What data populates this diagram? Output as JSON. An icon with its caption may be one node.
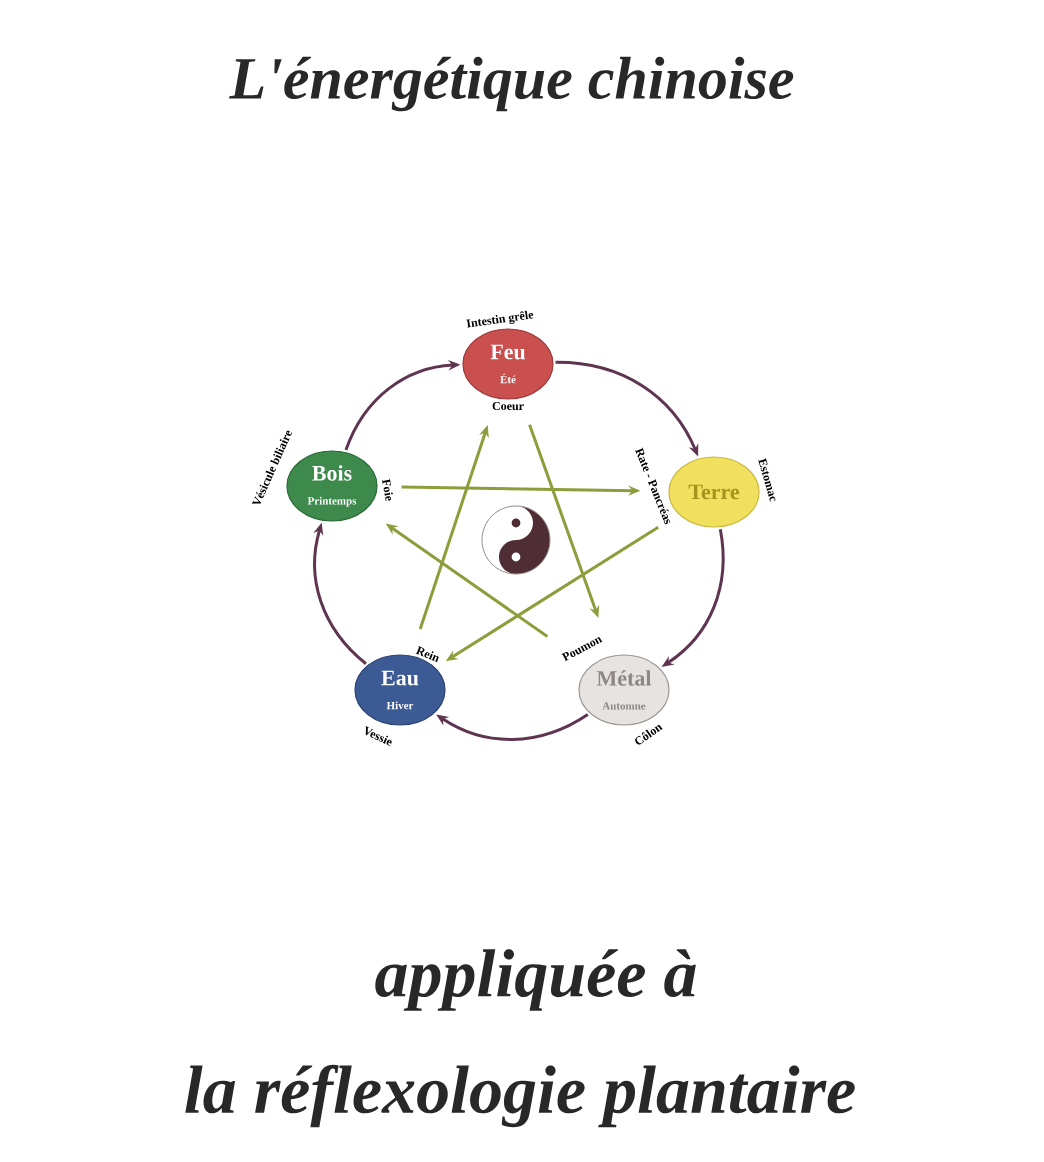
{
  "diagram": {
    "title": "L'énergétique chinoise",
    "nodes": [
      {
        "text": [
          "Feu",
          "Été"
        ],
        "beside": [
          "Intestin grêle",
          "Coeur"
        ]
      },
      {
        "text": [
          "Bois",
          "Printemps"
        ],
        "beside": [
          "Vésicule biliaire",
          "Foie"
        ]
      },
      {
        "text": [
          "Terre"
        ],
        "beside": [
          "Estomac",
          "Rate - Pancréas"
        ]
      },
      {
        "text": [
          "Eau",
          "Hiver"
        ],
        "beside": [
          "Rein",
          "Vessie"
        ]
      },
      {
        "text": [
          "Métal",
          "Automne"
        ],
        "beside": [
          "Poumon",
          "Côlon"
        ]
      }
    ],
    "edges": [
      {
        "from": 1,
        "to": 0,
        "arrow": "to",
        "color": "#5e3450"
      },
      {
        "from": 0,
        "to": 2,
        "arrow": "to",
        "color": "#5e3450"
      },
      {
        "from": 2,
        "to": 4,
        "arrow": "to",
        "color": "#5e3450"
      },
      {
        "from": 4,
        "to": 3,
        "arrow": "to",
        "color": "#5e3450"
      },
      {
        "from": 3,
        "to": 1,
        "arrow": "to",
        "color": "#5e3450"
      },
      {
        "from": 0,
        "to": 4,
        "arrow": "to",
        "color": "#8e9c3c"
      },
      {
        "from": 4,
        "to": 1,
        "arrow": "to",
        "color": "#8e9c3c"
      },
      {
        "from": 1,
        "to": 2,
        "arrow": "to",
        "color": "#8e9c3c"
      },
      {
        "from": 2,
        "to": 3,
        "arrow": "to",
        "color": "#8e9c3c"
      },
      {
        "from": 3,
        "to": 0,
        "arrow": "to",
        "color": "#8e9c3c"
      }
    ],
    "labels": [
      "appliquée à",
      "la réflexologie plantaire"
    ]
  }
}
